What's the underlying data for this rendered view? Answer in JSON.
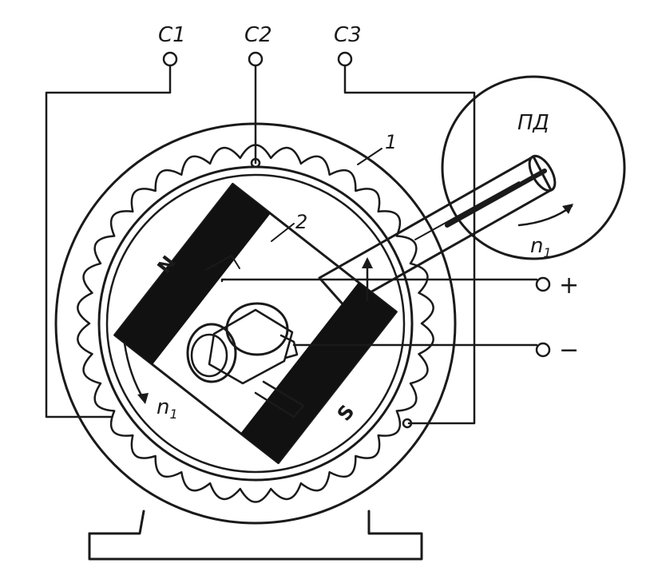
{
  "diagram": {
    "terminals": {
      "c1": "С1",
      "c2": "С2",
      "c3": "С3",
      "plus": "+",
      "minus": "−"
    },
    "callouts": {
      "stator_number": "1",
      "rotor_number": "2"
    },
    "motor_label": "ПД",
    "speed_label_motor": "n",
    "speed_sub_motor": "1",
    "speed_label_rotor": "n",
    "speed_sub_rotor": "1",
    "pole_north": "N",
    "pole_south": "S",
    "ink_color": "#1a1a1a",
    "paper_color": "#ffffff"
  }
}
